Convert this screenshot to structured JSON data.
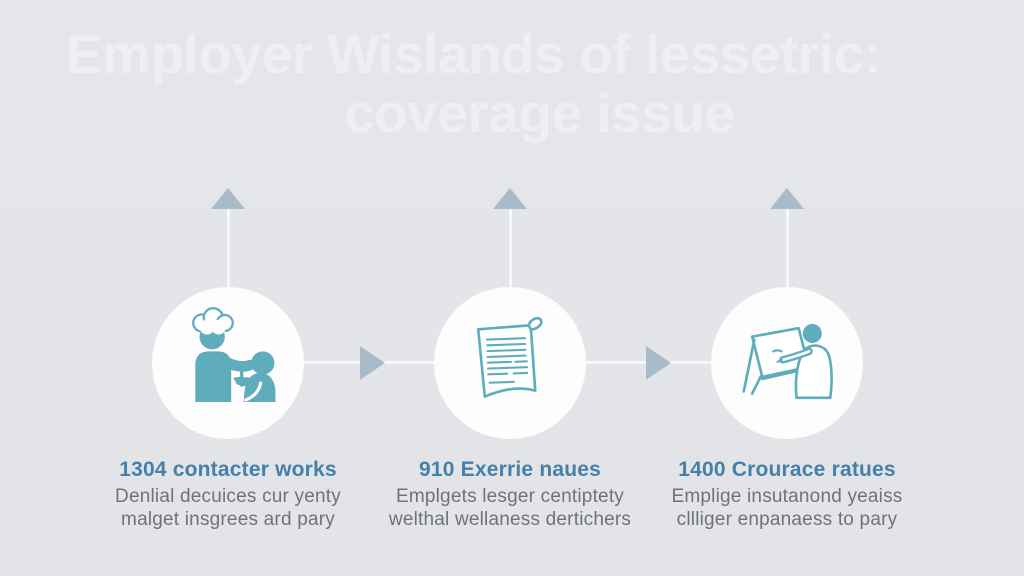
{
  "title": {
    "line1": "Employer Wislands of lessetric:",
    "line2": "coverage issue"
  },
  "steps": [
    {
      "icon": "caregiver-patient-icon",
      "heading": "1304 contacter works",
      "desc1": "Denlial decuices cur yenty",
      "desc2": "malget insgrees ard pary"
    },
    {
      "icon": "document-scroll-icon",
      "heading": "910 Exerrie naues",
      "desc1": "Emplgets lesger centiptety",
      "desc2": "welthal wellaness dertichers"
    },
    {
      "icon": "drafting-board-icon",
      "heading": "1400 Crourace ratues",
      "desc1": "Emplige insutanond yeaiss",
      "desc2": "cllliger enpanaess to pary"
    }
  ],
  "colors": {
    "bg": "#e4e6ea",
    "title": "#edeff3",
    "heading": "#4580a8",
    "body": "#6f7277",
    "icon": "#5fadbc",
    "arrow": "#a9bbc9",
    "circle": "#fdfdfe",
    "connector": "#f6f7f9"
  }
}
